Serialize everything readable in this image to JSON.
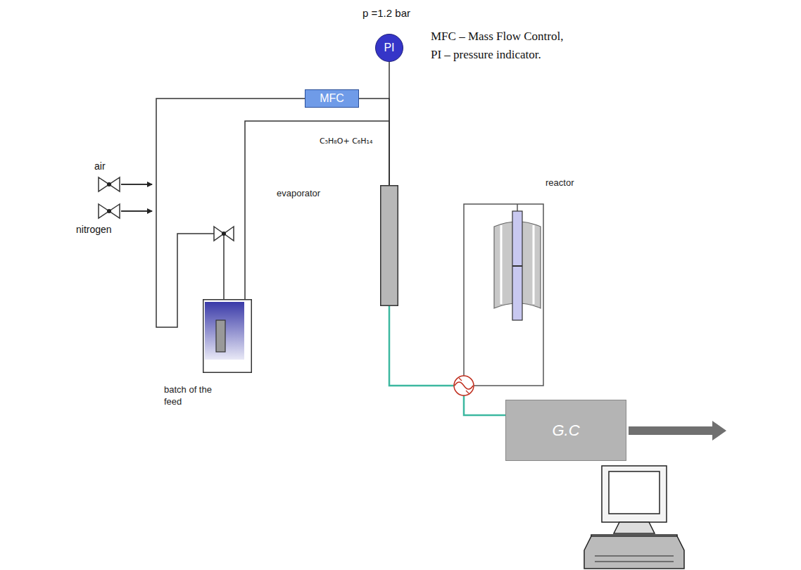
{
  "diagram": {
    "nodes": [
      {
        "text": [
          "PI"
        ]
      },
      {
        "text": [
          "MFC"
        ]
      },
      {
        "text": [
          "evaporator"
        ]
      },
      {
        "text": [
          "reactor"
        ]
      },
      {
        "text": [
          "batch of the feed"
        ]
      },
      {
        "text": [
          "G.C"
        ]
      }
    ],
    "edges": [
      {
        "from": 0,
        "to": 2,
        "arrow": "none"
      },
      {
        "from": 1,
        "to": 2,
        "arrow": "none"
      },
      {
        "from": 4,
        "to": 2,
        "arrow": "none"
      },
      {
        "from": 2,
        "to": 5,
        "arrow": "none"
      }
    ],
    "labels": [
      "p =1.2 bar",
      "MFC – Mass Flow Control,",
      "PI – pressure indicator.",
      "C₅H₈O+ C₆H₁₄",
      "air",
      "nitrogen"
    ]
  }
}
